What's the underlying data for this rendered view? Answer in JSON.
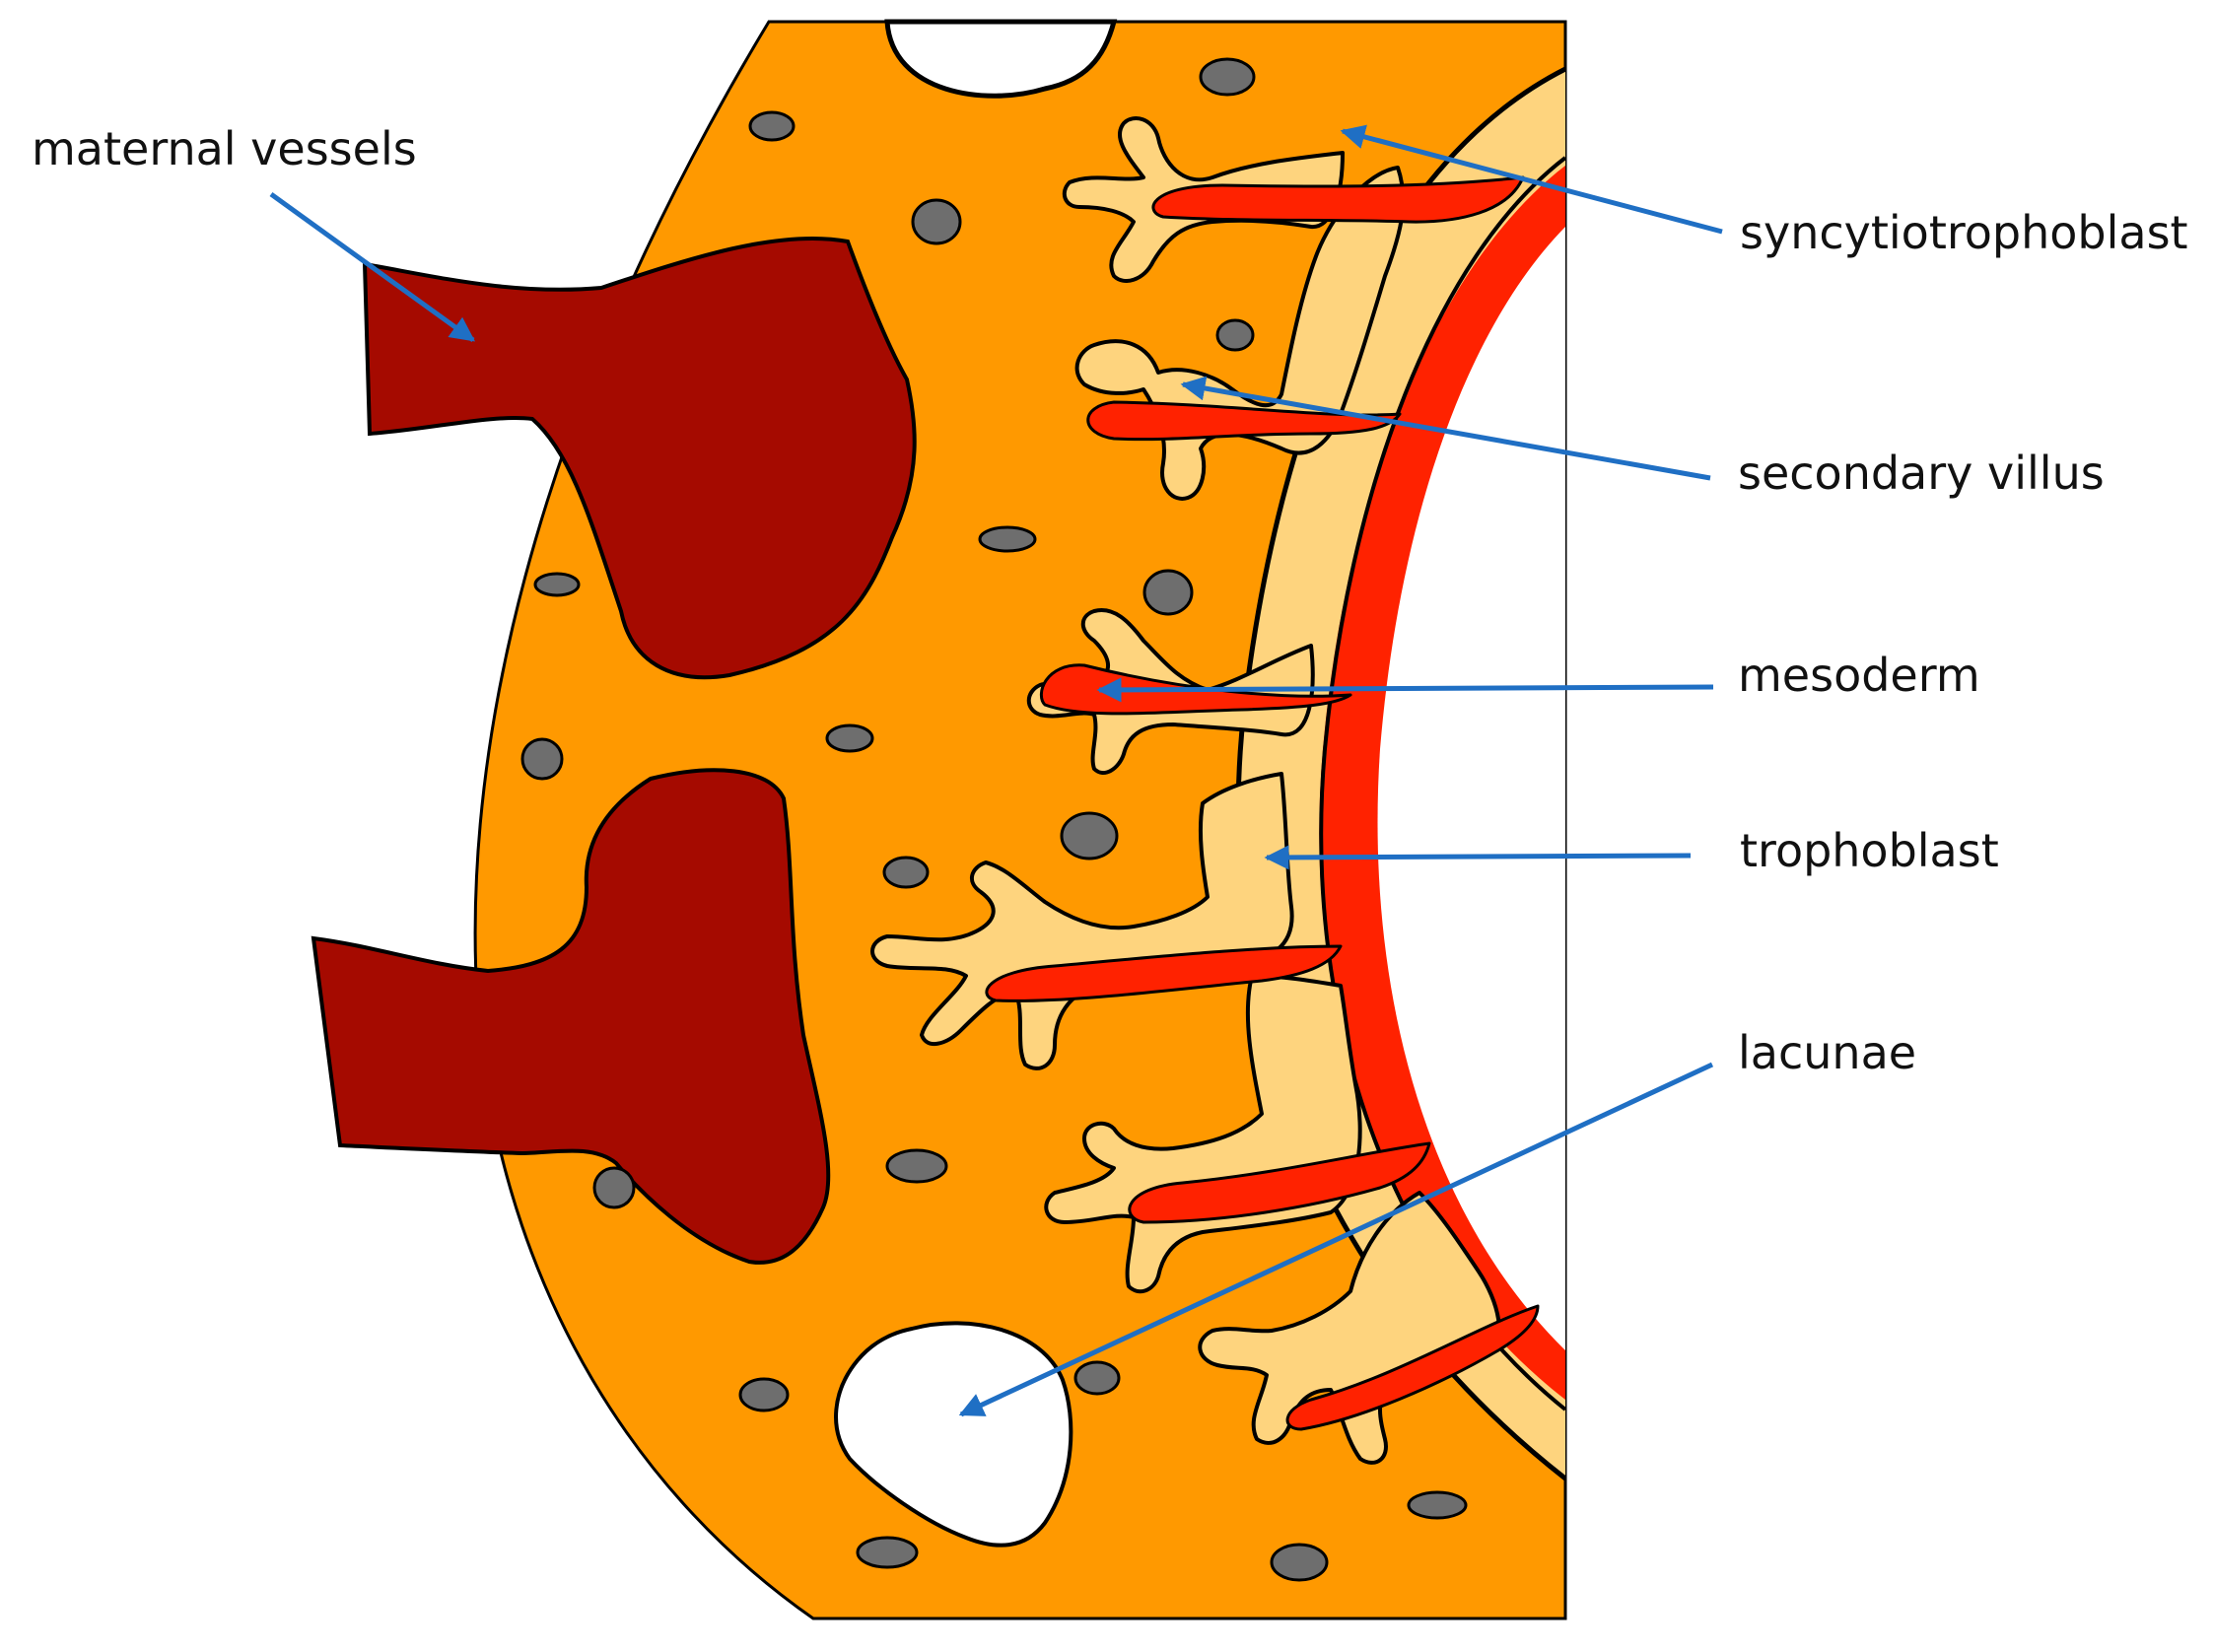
{
  "labels": {
    "maternal_vessels": "maternal vessels",
    "syncytiotrophoblast": "syncytiotrophoblast",
    "secondary_villus": "secondary villus",
    "mesoderm": "mesoderm",
    "trophoblast": "trophoblast",
    "lacunae": "lacunae"
  },
  "colors": {
    "syncytiotrophoblast_fill": "#ff9900",
    "maternal_vessel_fill": "#a50a00",
    "trophoblast_fill": "#fed47e",
    "mesoderm_fill": "#ff2200",
    "nucleus_fill": "#6e6e6e",
    "lacuna_fill": "#ffffff",
    "outline": "#000000",
    "arrow": "#1f6fc4",
    "label_text": "#111111"
  }
}
